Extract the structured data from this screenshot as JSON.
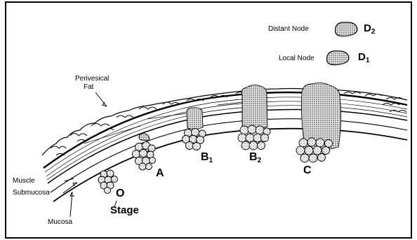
{
  "legend": {
    "distant_node": {
      "label": "Distant Node",
      "stage": "D",
      "sub": "2"
    },
    "local_node": {
      "label": "Local Node",
      "stage": "D",
      "sub": "1"
    }
  },
  "layers": {
    "perivesical_line1": "Perivesical",
    "perivesical_line2": "Fat",
    "muscle": "Muscle",
    "submucosa": "Submucosa",
    "mucosa": "Mucosa"
  },
  "stages": {
    "zero": "O",
    "stage_word": "Stage",
    "a": "A",
    "b1": {
      "letter": "B",
      "sub": "1"
    },
    "b2": {
      "letter": "B",
      "sub": "2"
    },
    "c": "C"
  },
  "colors": {
    "ink": "#000000",
    "paper": "#ffffff",
    "stipple": "#555555"
  }
}
